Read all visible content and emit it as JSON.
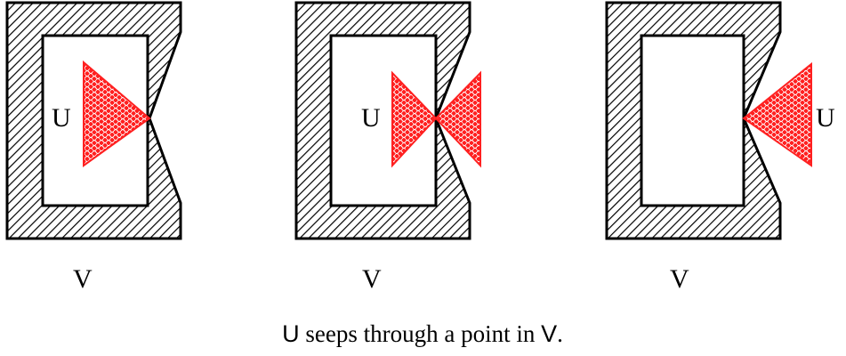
{
  "panels": [
    {
      "region_label": "V",
      "set_label": "U"
    },
    {
      "region_label": "V",
      "set_label": "U"
    },
    {
      "region_label": "V",
      "set_label": "U"
    }
  ],
  "caption": {
    "part1": "U",
    "part2": " seeps through a point in ",
    "part3": "V",
    "part4": "."
  },
  "colors": {
    "outline": "#000000",
    "hatch": "#000000",
    "seep_fill": "#ff2020",
    "background": "#ffffff"
  }
}
